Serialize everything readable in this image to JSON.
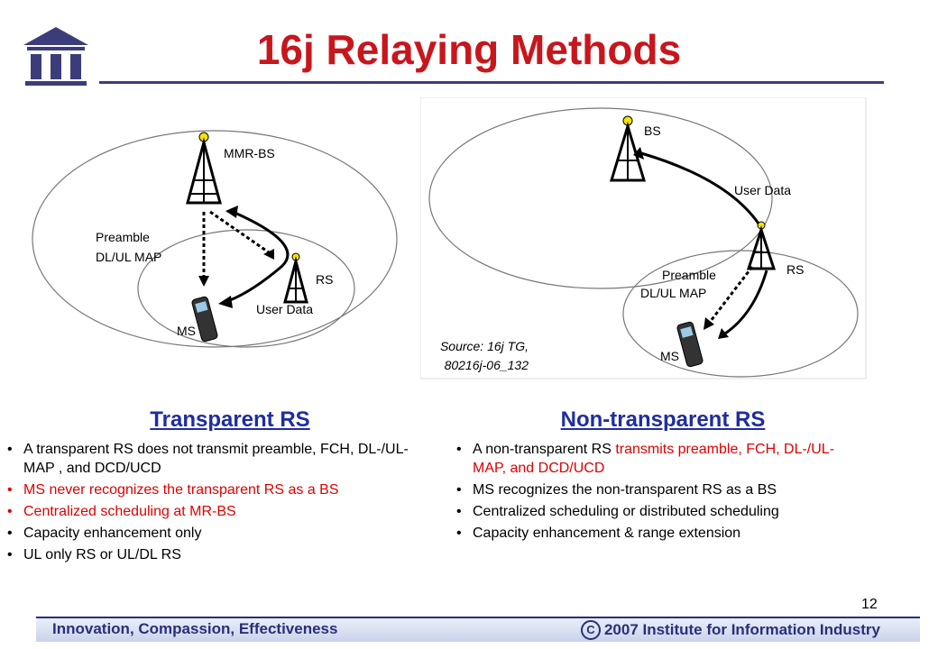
{
  "title": "16j Relaying Methods",
  "logo_text": "III",
  "diagram_left": {
    "bs_label": "MMR-BS",
    "rs_label": "RS",
    "ms_label": "MS",
    "preamble_label": "Preamble",
    "map_label": "DL/UL MAP",
    "user_data_label": "User Data"
  },
  "diagram_right": {
    "bs_label": "BS",
    "rs_label": "RS",
    "ms_label": "MS",
    "preamble_label": "Preamble",
    "map_label": "DL/UL MAP",
    "user_data_label": "User Data"
  },
  "source": {
    "line1": "Source: 16j TG,",
    "line2": "80216j-06_132"
  },
  "transparent": {
    "heading": "Transparent RS",
    "bullets": [
      {
        "text": "A transparent RS does not transmit preamble, FCH, DL-/UL-MAP , and DCD/UCD",
        "color": "black"
      },
      {
        "text": "MS never recognizes the transparent RS as a BS",
        "color": "red"
      },
      {
        "text": "Centralized scheduling at MR-BS",
        "color": "red"
      },
      {
        "text": "Capacity enhancement only",
        "color": "black"
      },
      {
        "text": "UL only RS or UL/DL RS",
        "color": "black"
      }
    ]
  },
  "non_transparent": {
    "heading": "Non-transparent RS",
    "bullet1_prefix": "A non-transparent RS ",
    "bullet1_red": "transmits preamble, FCH, DL-/UL-MAP, and DCD/UCD",
    "bullets": [
      {
        "text": "MS recognizes the non-transparent RS as a BS"
      },
      {
        "text": "Centralized scheduling or distributed scheduling"
      },
      {
        "text": "Capacity enhancement & range extension"
      }
    ]
  },
  "page_number": "12",
  "footer": {
    "left": "Innovation, Compassion, Effectiveness",
    "right": "2007 Institute for Information Industry",
    "copyright_symbol": "C"
  },
  "colors": {
    "title": "#c8161d",
    "heading": "#1f2da0",
    "highlight": "#e00000",
    "brand": "#3b3d7a"
  }
}
